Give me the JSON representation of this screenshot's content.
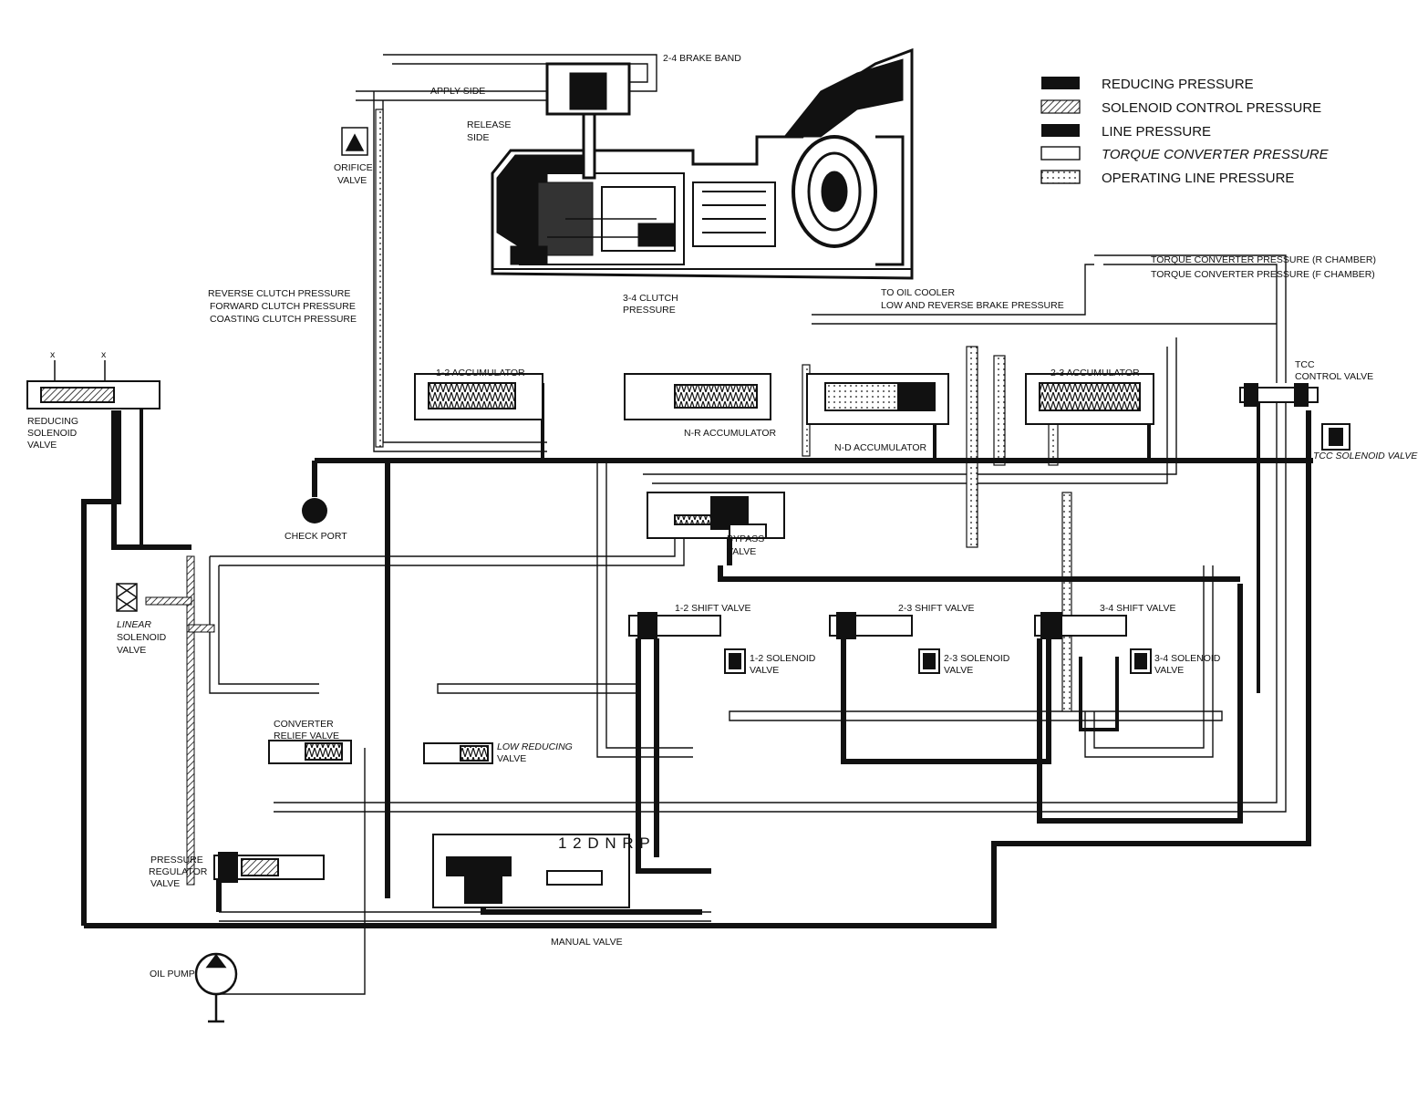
{
  "legend": [
    {
      "label": "REDUCING PRESSURE",
      "fill": "#111111"
    },
    {
      "label": "SOLENOID CONTROL PRESSURE",
      "fill": "hatched"
    },
    {
      "label": "LINE PRESSURE",
      "fill": "#111111"
    },
    {
      "label": "TORQUE CONVERTER PRESSURE",
      "fill": "#ffffff"
    },
    {
      "label": "OPERATING LINE PRESSURE",
      "fill": "dotted"
    }
  ],
  "labels": {
    "x_mark": "x",
    "brake_band": "2-4 BRAKE BAND",
    "apply_side": "APPLY SIDE",
    "release_side": [
      "RELEASE",
      "SIDE"
    ],
    "orifice_valve": [
      "ORIFICE",
      "VALVE"
    ],
    "tc_r_chamber": "TORQUE CONVERTER PRESSURE (R CHAMBER)",
    "tc_f_chamber": "TORQUE CONVERTER PRESSURE (F CHAMBER)",
    "reverse_clutch": "REVERSE CLUTCH PRESSURE",
    "forward_clutch": "FORWARD CLUTCH PRESSURE",
    "coasting_clutch": "COASTING CLUTCH PRESSURE",
    "clutch_3_4": [
      "3-4 CLUTCH",
      "PRESSURE"
    ],
    "to_oil_cooler": "TO OIL COOLER",
    "low_reverse_brake": "LOW AND REVERSE BRAKE PRESSURE",
    "accumulator_1_2": "1-2 ACCUMULATOR",
    "accumulator_2_3": "2-3 ACCUMULATOR",
    "accumulator_n_r": "N-R ACCUMULATOR",
    "accumulator_n_d": "N-D ACCUMULATOR",
    "tcc_control_valve": [
      "TCC",
      "CONTROL VALVE"
    ],
    "tcc_solenoid_valve": "TCC SOLENOID VALVE",
    "reducing_solenoid": [
      "REDUCING",
      "SOLENOID",
      "VALVE"
    ],
    "check_port": "CHECK PORT",
    "bypass_valve": [
      "BYPASS",
      "VALVE"
    ],
    "shift_1_2": "1-2 SHIFT VALVE",
    "shift_2_3": "2-3 SHIFT VALVE",
    "shift_3_4": "3-4 SHIFT VALVE",
    "linear_solenoid": [
      "LINEAR",
      "SOLENOID",
      "VALVE"
    ],
    "solenoid_1_2": [
      "1-2 SOLENOID",
      "VALVE"
    ],
    "solenoid_2_3": [
      "2-3 SOLENOID",
      "VALVE"
    ],
    "solenoid_3_4": [
      "3-4 SOLENOID",
      "VALVE"
    ],
    "converter_relief": [
      "CONVERTER",
      "RELIEF VALVE"
    ],
    "low_reducing": [
      "LOW REDUCING",
      "VALVE"
    ],
    "gear_positions": "1 2 D N R P",
    "pressure_regulator": [
      "PRESSURE",
      "REGULATOR",
      "VALVE"
    ],
    "manual_valve": "MANUAL VALVE",
    "oil_pump": "OIL PUMP"
  }
}
